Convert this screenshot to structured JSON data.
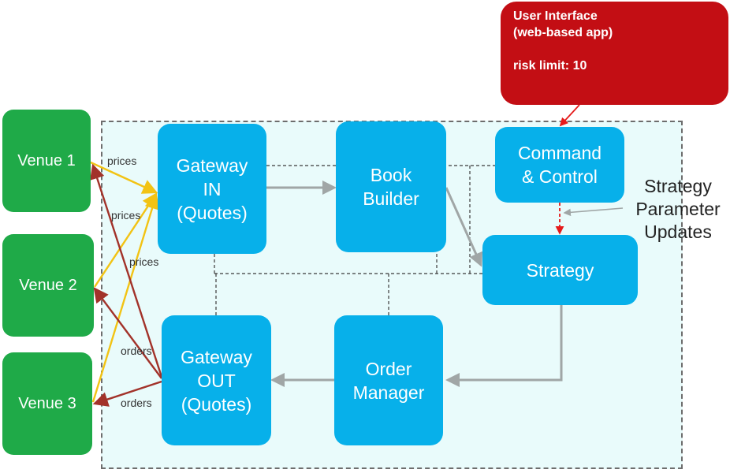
{
  "venues": [
    {
      "label": "Venue 1"
    },
    {
      "label": "Venue 2"
    },
    {
      "label": "Venue 3"
    }
  ],
  "components": {
    "gateway_in": "Gateway\nIN\n(Quotes)",
    "book_builder": "Book\nBuilder",
    "command_control": "Command\n& Control",
    "strategy": "Strategy",
    "order_manager": "Order\nManager",
    "gateway_out": "Gateway\nOUT\n(Quotes)"
  },
  "user_interface": {
    "title": "User Interface",
    "subtitle": "(web-based app)",
    "risk": "risk limit: 10"
  },
  "edge_labels": {
    "prices_1": "prices",
    "prices_2": "prices",
    "prices_3": "prices",
    "orders_1": "orders",
    "orders_2": "orders"
  },
  "callout": {
    "line1": "Strategy",
    "line2": "Parameter",
    "line3": "Updates"
  },
  "colors": {
    "venue": "#1faa48",
    "component": "#07b0ea",
    "user_interface": "#c30e14",
    "prices_arrow": "#f2c314",
    "orders_arrow": "#a2322a",
    "flow_arrow": "#a0a6a6",
    "boundary_fill": "#e9fbfb"
  }
}
